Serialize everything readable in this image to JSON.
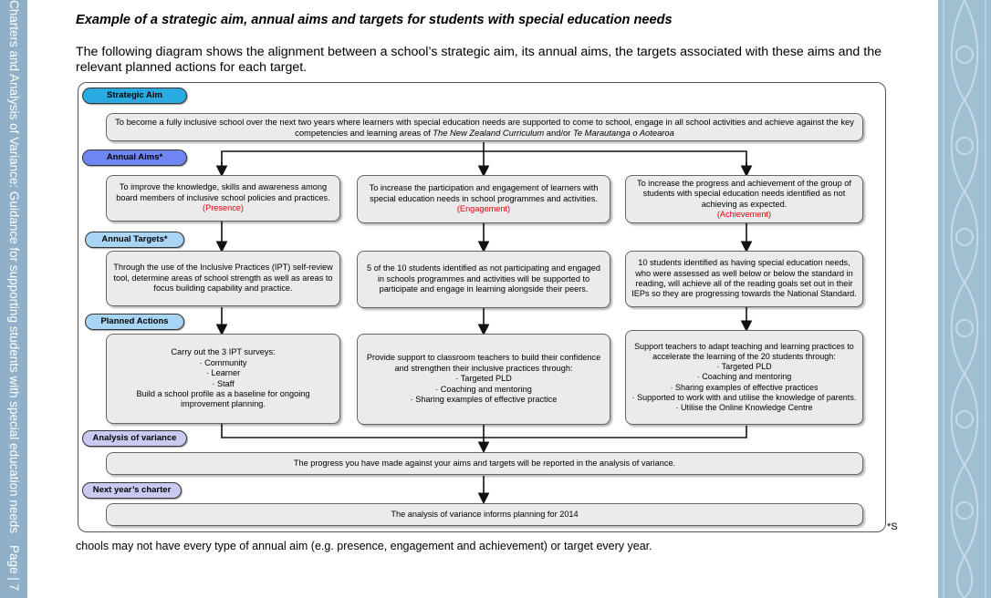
{
  "sidebar": {
    "title": "Charters and Analysis of Variance: Guidance for supporting students with special education needs",
    "page_label": "Page | 7"
  },
  "heading": "Example of a strategic aim, annual aims and targets for students with special education needs",
  "intro": "The following diagram shows the alignment between a school’s strategic aim, its annual aims, the targets associated with these aims and the relevant planned actions for each target.",
  "diagram": {
    "strategic_aim": {
      "label": "Strategic Aim",
      "text_1": "To become a fully inclusive school over the next two years where learners with special education needs are supported to come to school, engage in all school activities and achieve against the key competencies and learning areas of ",
      "curriculum_en": "The New Zealand Curriculum",
      "text_and": " and/or ",
      "curriculum_mi": "Te Marautanga o Aotearoa"
    },
    "annual_aims": {
      "label": "Annual Aims*",
      "items": [
        {
          "text": "To improve the knowledge, skills and awareness among board members of inclusive school policies and practices.",
          "tag": "(Presence)"
        },
        {
          "text": "To increase the participation and engagement of learners with special education needs in school programmes and activities.",
          "tag": "(Engagement)"
        },
        {
          "text": "To increase the progress and achievement of the group of students with special education needs identified as not achieving as expected.",
          "tag": "(Achievement)"
        }
      ]
    },
    "annual_targets": {
      "label": "Annual Targets*",
      "items": [
        "Through the use of the Inclusive Practices (IPT) self-review tool, determine areas of school  strength as well as areas to focus building capability and practice.",
        "5 of the 10 students identified as not participating and engaged in schools programmes and activities will be supported to participate and engage in learning alongside their peers.",
        "10 students identified as having special education needs, who were assessed as well below or below the standard in reading, will achieve all of the reading goals set out in their IEPs so they are progressing towards the National Standard."
      ]
    },
    "planned_actions": {
      "label": "Planned Actions",
      "col1": {
        "intro": "Carry out the 3 IPT surveys:",
        "bullets": [
          "·     Community",
          "·     Learner",
          "·     Staff"
        ],
        "outro": "Build a school profile as a baseline for ongoing improvement planning."
      },
      "col2": {
        "intro": "Provide support to classroom teachers to build their confidence and strengthen their inclusive practices through:",
        "bullets": [
          "·     Targeted PLD",
          "·     Coaching and mentoring",
          "·     Sharing examples of effective practice"
        ]
      },
      "col3": {
        "intro": "Support teachers to adapt teaching and learning practices to accelerate the learning of the 20 students through:",
        "bullets": [
          "·     Targeted PLD",
          "·     Coaching  and mentoring",
          "·     Sharing examples of effective practices",
          "·     Supported to work with and utilise the knowledge of parents.",
          "·     Utilise the Online Knowledge Centre"
        ]
      }
    },
    "analysis": {
      "label": "Analysis of variance",
      "text": "The progress you have made against your aims and targets will be reported in the analysis of variance."
    },
    "next_charter": {
      "label": "Next year’s charter",
      "text": "The analysis of variance informs planning for 2014"
    }
  },
  "footnote_mark": "*S",
  "footnote": "chools may not have every type of annual aim (e.g. presence, engagement and achievement) or target every year.",
  "colors": {
    "strategic_pill": "#29abe2",
    "aims_pill": "#6f86f2",
    "targets_pill": "#a9d5f5",
    "analysis_pill": "#c8caf1",
    "box_fill": "#ebebeb",
    "tag_red": "#e3000f",
    "sidebar": "#8fb0c8"
  }
}
